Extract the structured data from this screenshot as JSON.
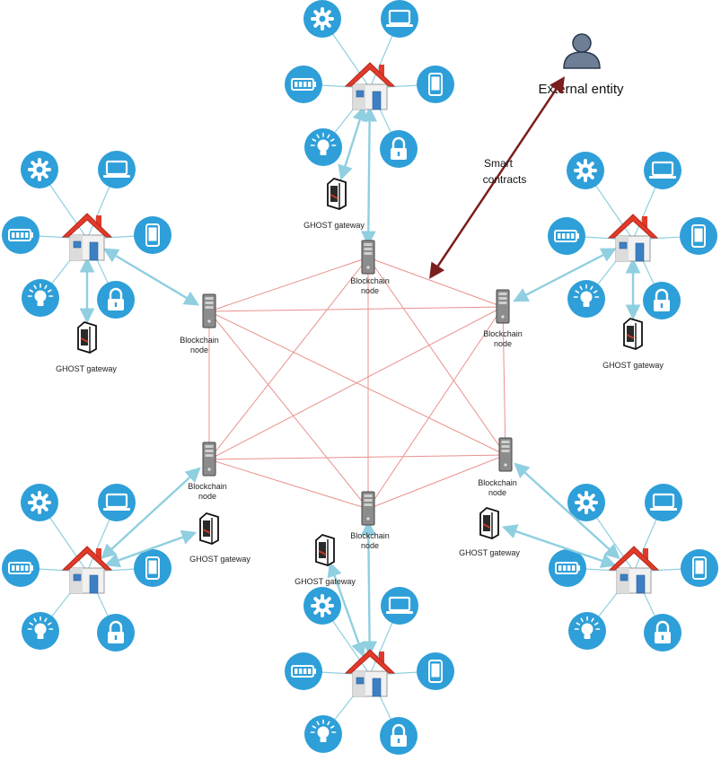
{
  "labels": {
    "external_entity": "External entity",
    "smart_contracts_line1": "Smart",
    "smart_contracts_line2": "contracts",
    "blockchain_node_line1": "Blockchain",
    "blockchain_node_line2": "node",
    "ghost_gateway": "GHOST gateway"
  },
  "colors": {
    "mesh": "#e8918d",
    "link": "#8fcfe0",
    "arrow": "#7a1e1e",
    "icon_circle": "#2e9fd8",
    "house_roof": "#e23a2a",
    "server": "#8c8c8c"
  },
  "device_icons": [
    "gear-icon",
    "laptop-icon",
    "battery-icon",
    "phone-icon",
    "lightbulb-icon",
    "lock-icon"
  ]
}
